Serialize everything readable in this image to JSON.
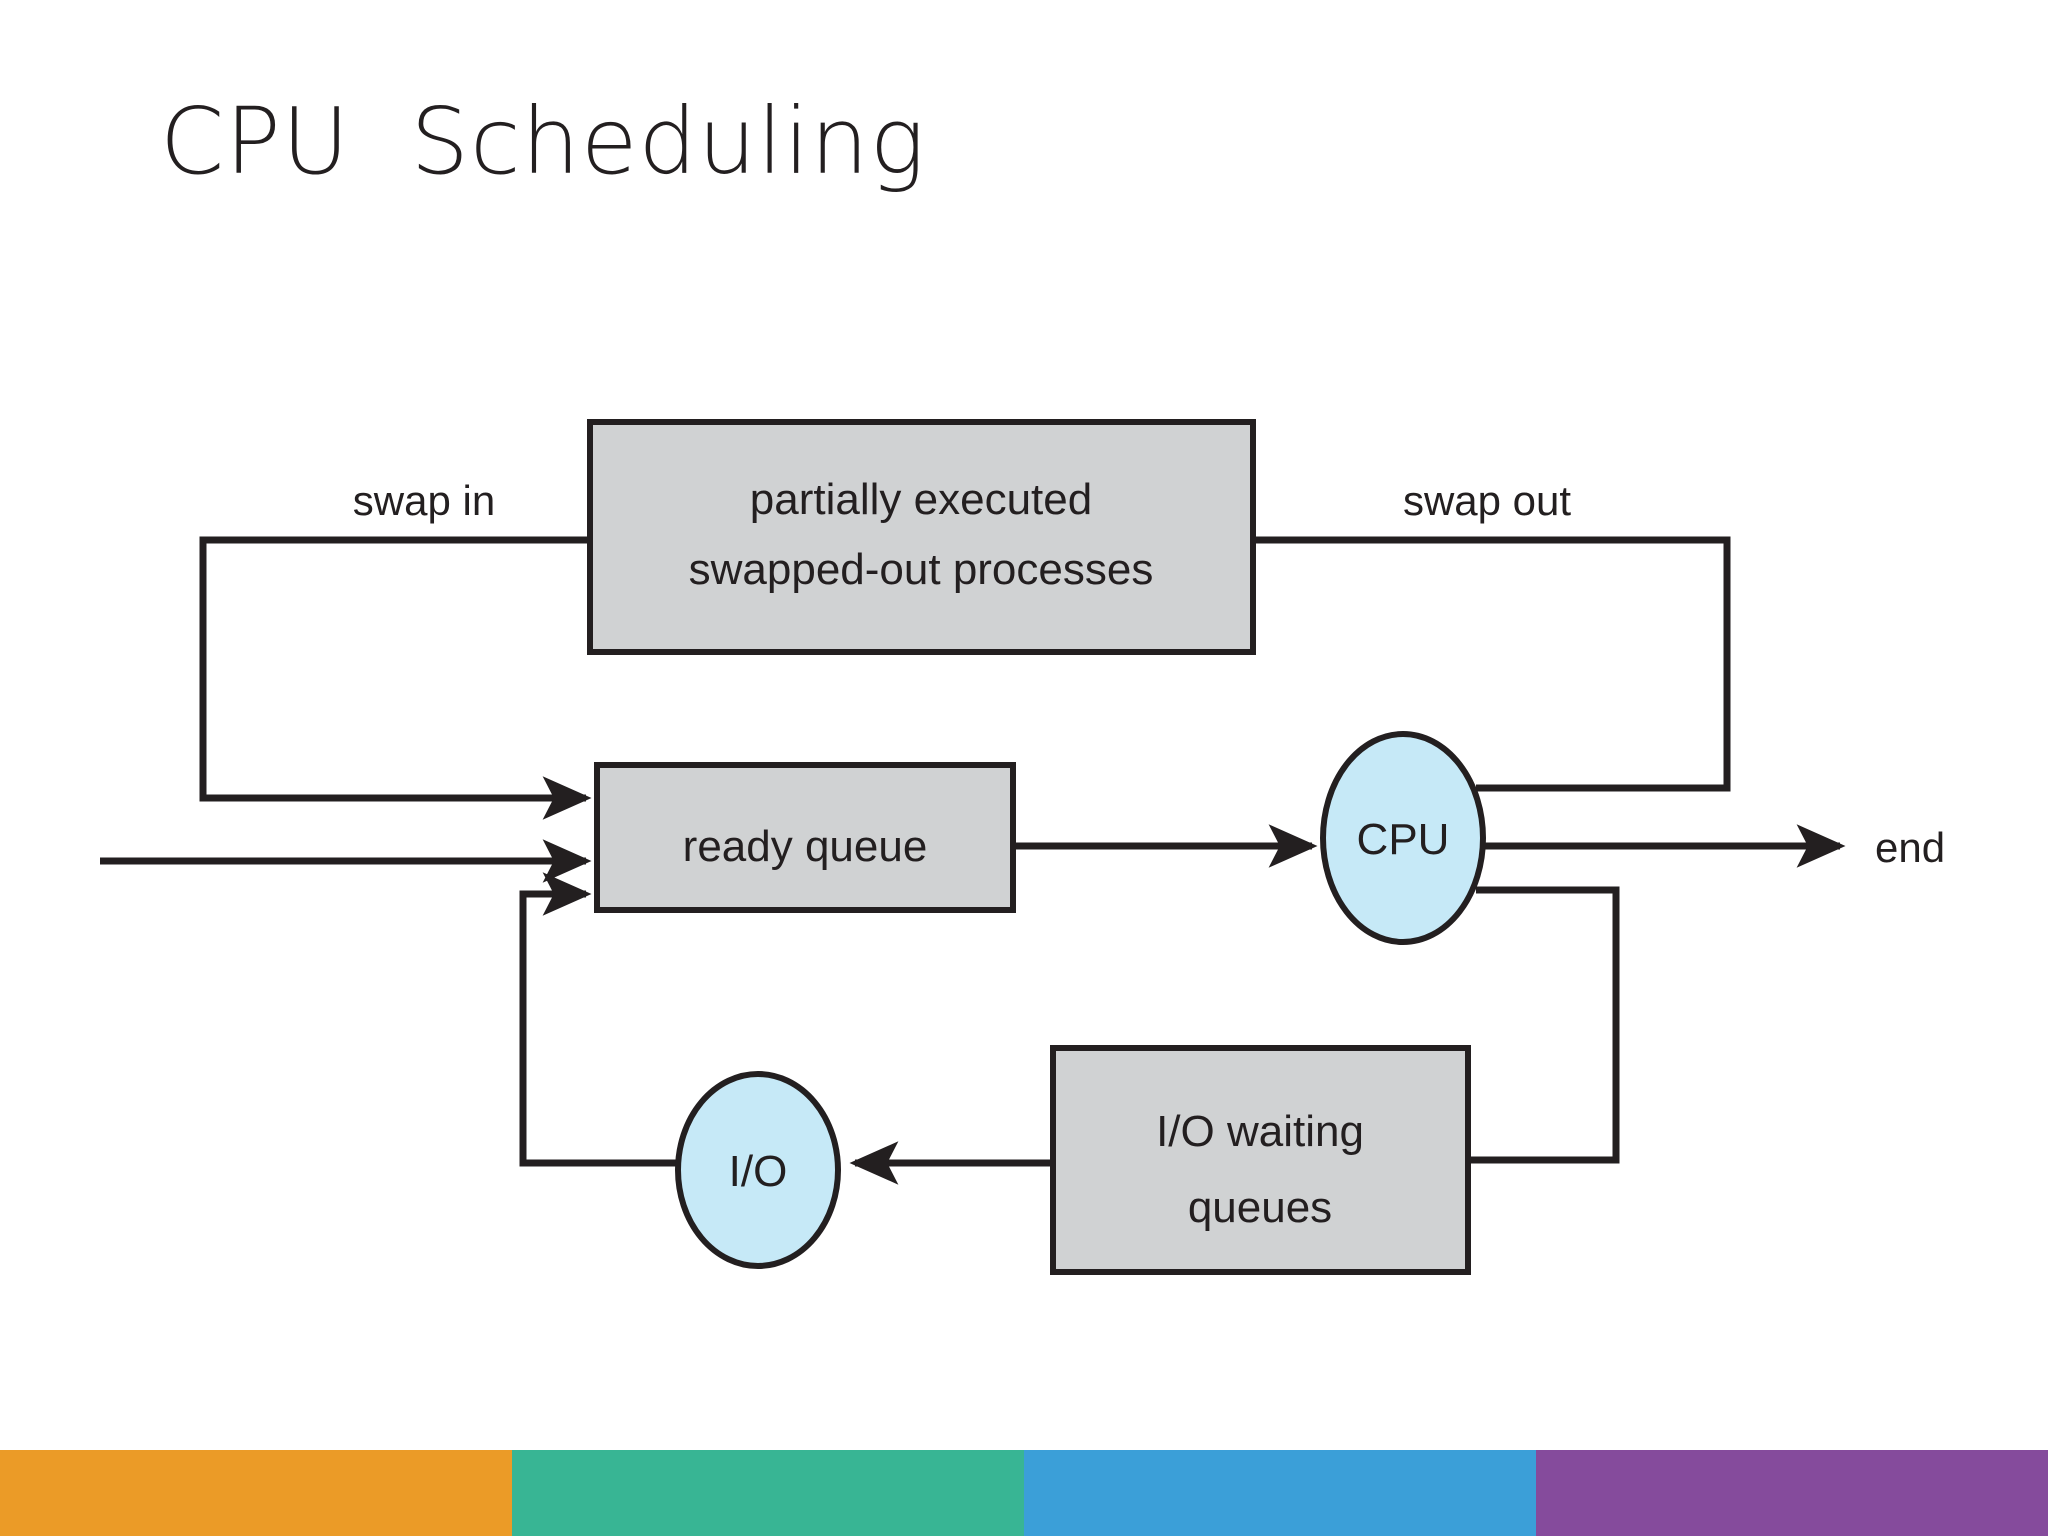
{
  "slide": {
    "title": "CPU  Scheduling",
    "background": "#ffffff"
  },
  "diagram": {
    "name": "process-scheduling-queueing-diagram",
    "colors": {
      "box_fill": "#d0d2d3",
      "ellipse_fill": "#c6e9f7",
      "stroke": "#231f20",
      "text": "#231f20"
    },
    "nodes": {
      "swapped_out_box": {
        "line1": "partially executed",
        "line2": "swapped-out processes"
      },
      "ready_queue_box": {
        "line1": "ready queue"
      },
      "cpu_ellipse": {
        "label": "CPU"
      },
      "io_ellipse": {
        "label": "I/O"
      },
      "io_waiting_box": {
        "line1": "I/O waiting",
        "line2": "queues"
      }
    },
    "edge_labels": {
      "swap_in": "swap in",
      "swap_out": "swap out",
      "end": "end"
    }
  },
  "footer": {
    "segments": [
      {
        "name": "orange",
        "color": "#eb9b27",
        "width_pct": 25
      },
      {
        "name": "green",
        "color": "#38b594",
        "width_pct": 25
      },
      {
        "name": "blue",
        "color": "#3b9fd8",
        "width_pct": 25
      },
      {
        "name": "purple",
        "color": "#854b9c",
        "width_pct": 25
      }
    ]
  }
}
